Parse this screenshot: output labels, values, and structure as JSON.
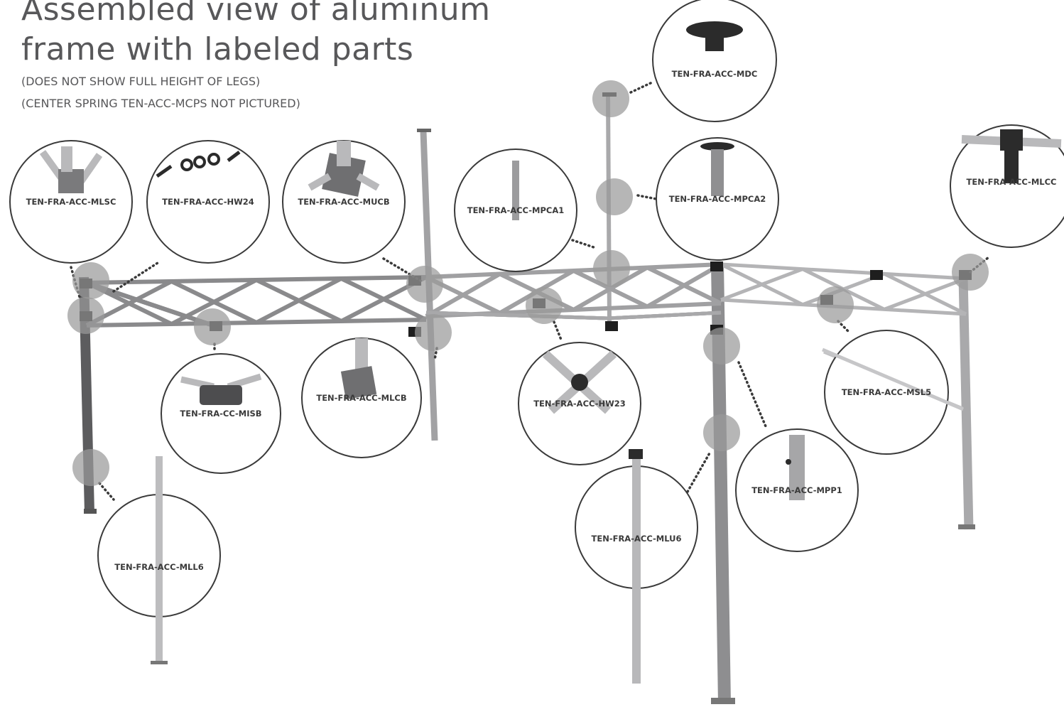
{
  "header": {
    "title_line1": "Assembled view of aluminum",
    "title_line2": "frame with labeled parts",
    "note1": "(DOES NOT SHOW FULL HEIGHT OF LEGS)",
    "note2": "(CENTER SPRING TEN-ACC-MCPS NOT PICTURED)"
  },
  "colors": {
    "title": "#58585a",
    "frame": "#8e8e90",
    "joint": "#1e1e1e",
    "marker": "#9a9a9a",
    "callout_ring": "#3a3a3a",
    "leader_dots": "#3a3a3a"
  },
  "parts": [
    {
      "label": "TEN-FRA-ACC-MLSC",
      "icon": "corner-slider-icon"
    },
    {
      "label": "TEN-FRA-ACC-HW24",
      "icon": "bolt-washer-set-icon"
    },
    {
      "label": "TEN-FRA-ACC-MUCB",
      "icon": "cross-bracket-icon"
    },
    {
      "label": "TEN-FRA-ACC-MPCA1",
      "icon": "center-pole-icon"
    },
    {
      "label": "TEN-FRA-ACC-MDC",
      "icon": "dome-cap-icon"
    },
    {
      "label": "TEN-FRA-ACC-MPCA2",
      "icon": "center-pole-cap-icon"
    },
    {
      "label": "TEN-FRA-ACC-MLCC",
      "icon": "leg-corner-cap-icon"
    },
    {
      "label": "TEN-FRA-CC-MISB",
      "icon": "side-bracket-icon"
    },
    {
      "label": "TEN-FRA-ACC-MLCB",
      "icon": "lower-cross-bracket-icon"
    },
    {
      "label": "TEN-FRA-ACC-HW23",
      "icon": "truss-pivot-icon"
    },
    {
      "label": "TEN-FRA-ACC-MSL5",
      "icon": "side-bar-icon"
    },
    {
      "label": "TEN-FRA-ACC-MPP1",
      "icon": "push-pin-icon"
    },
    {
      "label": "TEN-FRA-ACC-MLU6",
      "icon": "upper-leg-icon"
    },
    {
      "label": "TEN-FRA-ACC-MLL6",
      "icon": "lower-leg-icon"
    }
  ]
}
